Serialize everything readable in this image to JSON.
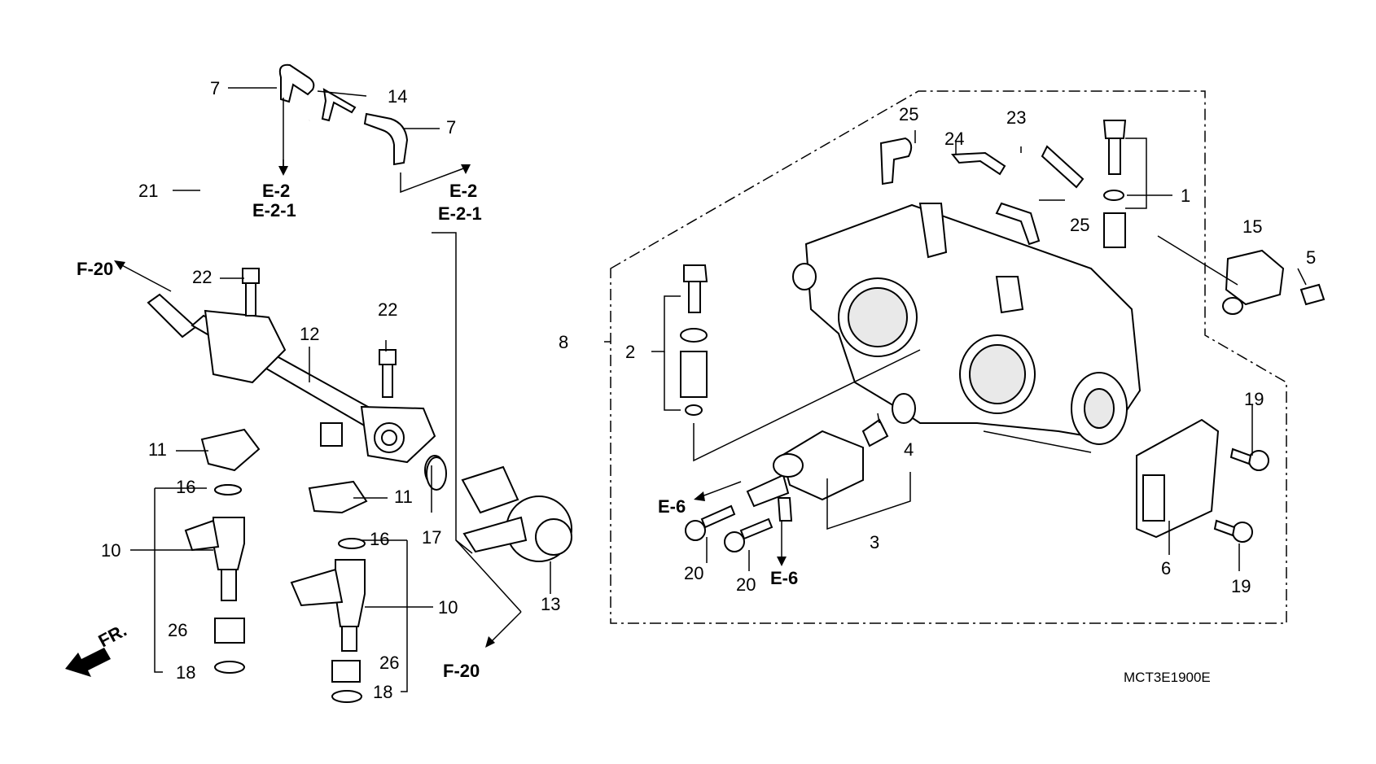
{
  "diagram": {
    "part_numbers": {
      "n1": "1",
      "n2": "2",
      "n3": "3",
      "n4": "4",
      "n5": "5",
      "n6": "6",
      "n7a": "7",
      "n7b": "7",
      "n8": "8",
      "n10a": "10",
      "n10b": "10",
      "n11a": "11",
      "n11b": "11",
      "n12": "12",
      "n13": "13",
      "n14": "14",
      "n15": "15",
      "n16a": "16",
      "n16b": "16",
      "n17": "17",
      "n18a": "18",
      "n18b": "18",
      "n19a": "19",
      "n19b": "19",
      "n20a": "20",
      "n20b": "20",
      "n21": "21",
      "n22a": "22",
      "n22b": "22",
      "n23": "23",
      "n24": "24",
      "n25a": "25",
      "n25b": "25",
      "n26a": "26",
      "n26b": "26"
    },
    "references": {
      "e2_left": "E-2",
      "e21_left": "E-2-1",
      "e2_right": "E-2",
      "e21_right": "E-2-1",
      "f20_top": "F-20",
      "f20_bottom": "F-20",
      "e6_left": "E-6",
      "e6_bottom": "E-6"
    },
    "front_arrow_label": "FR.",
    "diagram_code": "MCT3E1900E"
  }
}
